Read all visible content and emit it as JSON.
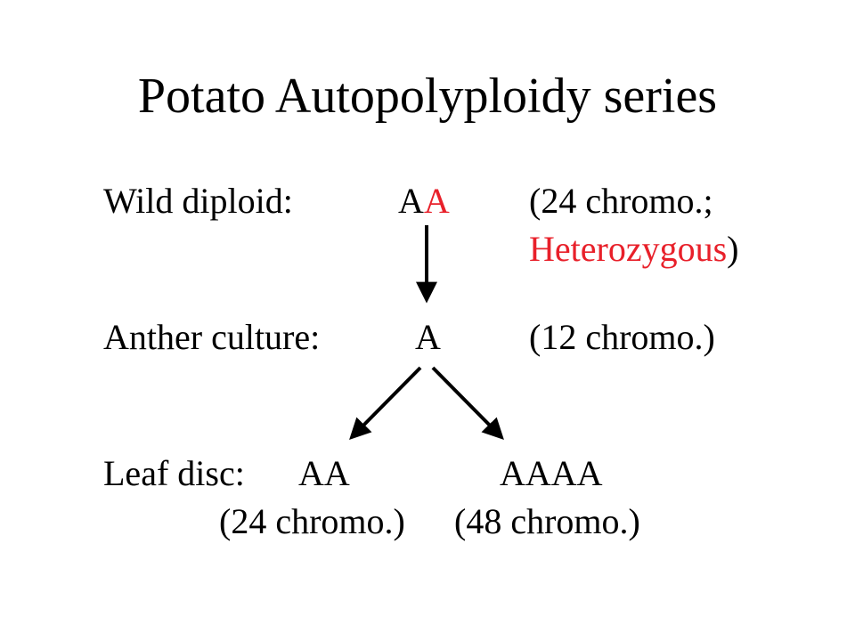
{
  "title": "Potato Autopolyploidy series",
  "colors": {
    "text": "#000000",
    "highlight": "#e8202a"
  },
  "rows": {
    "wild": {
      "label": "Wild diploid:",
      "genotype_first": "A",
      "genotype_second": "A",
      "note_line1": "(24 chromo.;",
      "note_line2_highlight": "Heterozygous",
      "note_line2_close": ")"
    },
    "anther": {
      "label": "Anther culture:",
      "genotype": "A",
      "note": "(12 chromo.)"
    },
    "leaf": {
      "label": "Leaf disc:",
      "left_genotype": "AA",
      "right_genotype": "AAAA",
      "left_note": "(24 chromo.)",
      "right_note": "(48 chromo.)"
    }
  }
}
